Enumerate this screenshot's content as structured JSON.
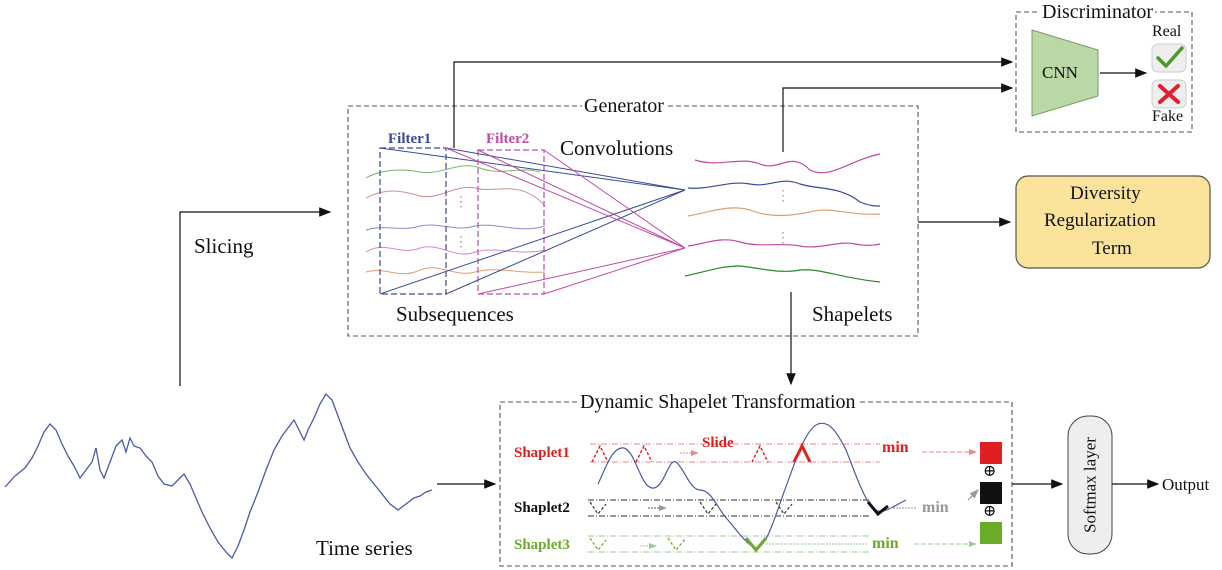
{
  "generator": {
    "title": "Generator",
    "convolutions": "Convolutions",
    "filter1": "Filter1",
    "filter2": "Filter2",
    "subsequences": "Subsequences",
    "shapelets": "Shapelets",
    "dots": "⋮"
  },
  "discriminator": {
    "title": "Discriminator",
    "cnn": "CNN",
    "real": "Real",
    "fake": "Fake",
    "check_icon": "check-mark",
    "cross_icon": "cross-mark"
  },
  "diversity": {
    "line1": "Diversity",
    "line2": "Regularization",
    "line3": "Term"
  },
  "slicing": "Slicing",
  "time_series_label": "Time series",
  "dst": {
    "title": "Dynamic Shapelet Transformation",
    "shapelet1": "Shaplet1",
    "shapelet2": "Shaplet2",
    "shapelet3": "Shaplet3",
    "slide": "Slide",
    "min": "min",
    "oplus": "⊕"
  },
  "softmax": "Softmax layer",
  "output": "Output",
  "colors": {
    "red": "#e02020",
    "black": "#111111",
    "green": "#6aab2a",
    "blue": "#3a4a9a",
    "purple": "#c04aa8",
    "cnn_fill": "#b9d8a6",
    "div_fill": "#fbe39b",
    "series": "#4a5aa8"
  }
}
